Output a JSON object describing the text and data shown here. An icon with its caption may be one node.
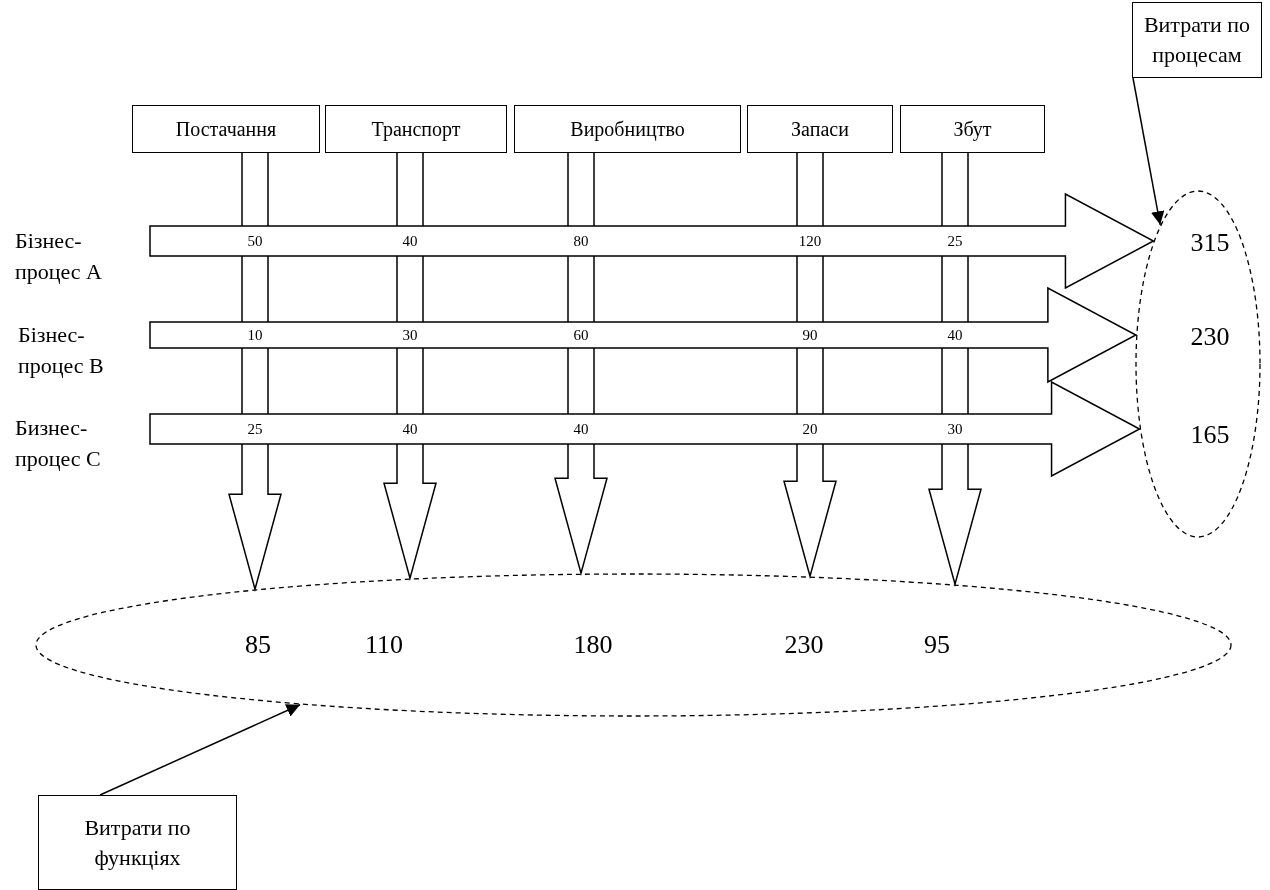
{
  "diagram": {
    "nodes": [
      {
        "text": [
          "Постачання"
        ]
      },
      {
        "text": [
          "Транспорт"
        ]
      },
      {
        "text": [
          "Виробництво"
        ]
      },
      {
        "text": [
          "Запаси"
        ]
      },
      {
        "text": [
          "Збут"
        ]
      },
      {
        "text": [
          "Бізнес- процес A"
        ]
      },
      {
        "text": [
          "Бізнес- процес B"
        ]
      },
      {
        "text": [
          "Бизнес- процес C"
        ]
      },
      {
        "text": [
          "315",
          "230",
          "165"
        ]
      },
      {
        "text": [
          "85",
          "110",
          "180",
          "230",
          "95"
        ]
      },
      {
        "text": [
          "Витрати по процесам"
        ]
      },
      {
        "text": [
          "Витрати по функціях"
        ]
      }
    ],
    "edges": [
      {
        "from": 0,
        "to": 9,
        "arrow": "to"
      },
      {
        "from": 1,
        "to": 9,
        "arrow": "to"
      },
      {
        "from": 2,
        "to": 9,
        "arrow": "to"
      },
      {
        "from": 3,
        "to": 9,
        "arrow": "to"
      },
      {
        "from": 4,
        "to": 9,
        "arrow": "to"
      },
      {
        "from": 5,
        "to": 8,
        "arrow": "to"
      },
      {
        "from": 6,
        "to": 8,
        "arrow": "to"
      },
      {
        "from": 7,
        "to": 8,
        "arrow": "to"
      },
      {
        "from": 10,
        "to": 8,
        "arrow": "to"
      },
      {
        "from": 11,
        "to": 9,
        "arrow": "to"
      }
    ],
    "labels": [
      "50",
      "40",
      "80",
      "120",
      "25",
      "10",
      "30",
      "60",
      "90",
      "40",
      "25",
      "40",
      "40",
      "20",
      "30"
    ]
  }
}
